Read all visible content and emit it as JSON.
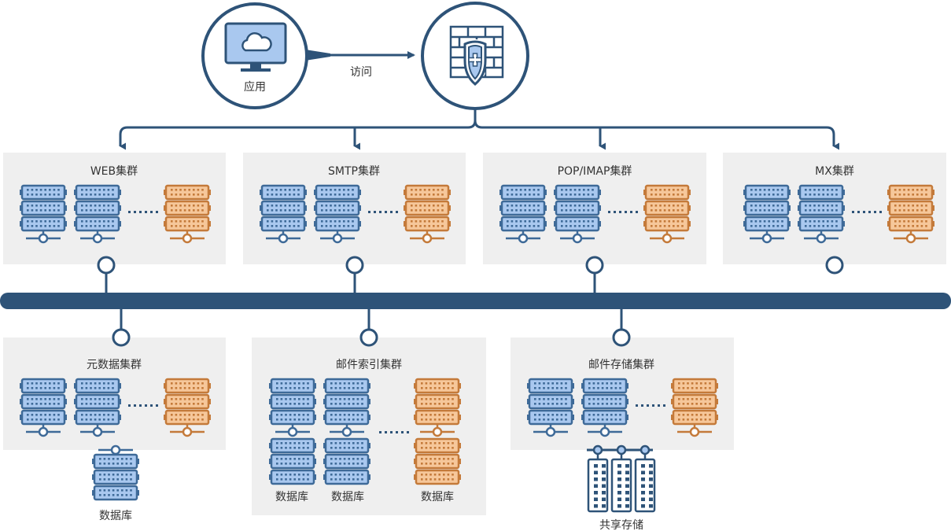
{
  "top": {
    "app_label": "应用",
    "access_label": "访问"
  },
  "clusters": {
    "web": "WEB集群",
    "smtp": "SMTP集群",
    "pop": "POP/IMAP集群",
    "mx": "MX集群",
    "meta": "元数据集群",
    "index": "邮件索引集群",
    "storage": "邮件存储集群"
  },
  "captions": {
    "database": "数据库",
    "shared_storage": "共享存储"
  },
  "colors": {
    "dark": "#2e5378",
    "blue_fill": "#a9c8ef",
    "blue_stroke": "#3e6a98",
    "orange_fill": "#f6c79a",
    "orange_stroke": "#c47a3a",
    "panel": "#efefef"
  }
}
